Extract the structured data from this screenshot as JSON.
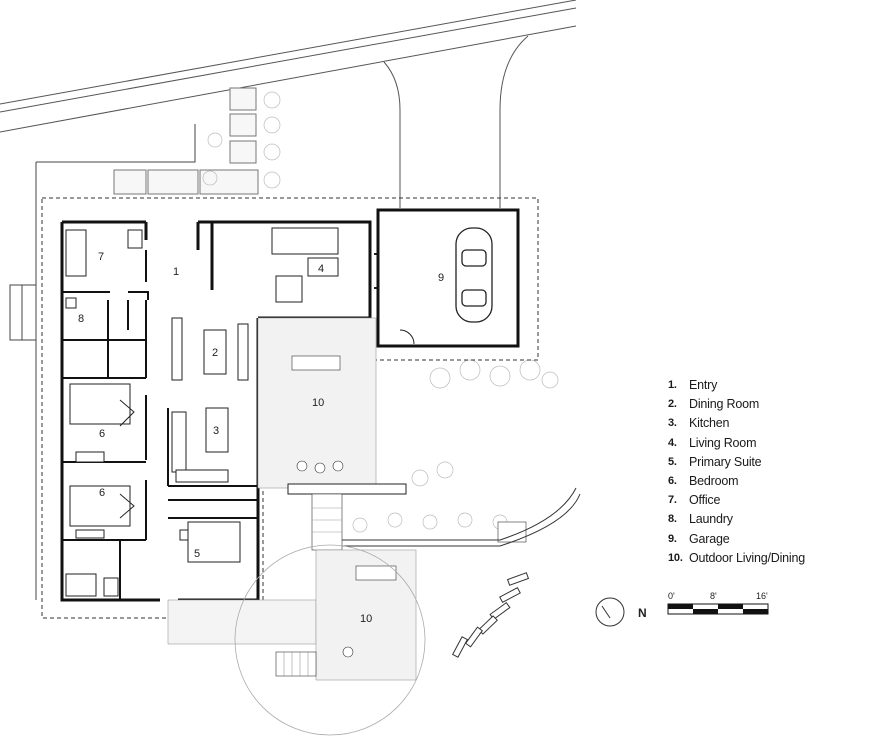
{
  "legend": {
    "items": [
      {
        "num": "1.",
        "label": "Entry"
      },
      {
        "num": "2.",
        "label": "Dining Room"
      },
      {
        "num": "3.",
        "label": "Kitchen"
      },
      {
        "num": "4.",
        "label": "Living Room"
      },
      {
        "num": "5.",
        "label": "Primary Suite"
      },
      {
        "num": "6.",
        "label": "Bedroom"
      },
      {
        "num": "7.",
        "label": "Office"
      },
      {
        "num": "8.",
        "label": "Laundry"
      },
      {
        "num": "9.",
        "label": "Garage"
      },
      {
        "num": "10.",
        "label": "Outdoor Living/Dining"
      }
    ]
  },
  "rooms": {
    "entry": "1",
    "dining": "2",
    "kitchen": "3",
    "living": "4",
    "primary": "5",
    "bedroom_a": "6",
    "bedroom_b": "6",
    "office": "7",
    "laundry": "8",
    "garage": "9",
    "outdoor_upper": "10",
    "outdoor_lower": "10"
  },
  "north": {
    "label": "N"
  },
  "scale": {
    "ticks": [
      "0'",
      "8'",
      "16'"
    ]
  }
}
